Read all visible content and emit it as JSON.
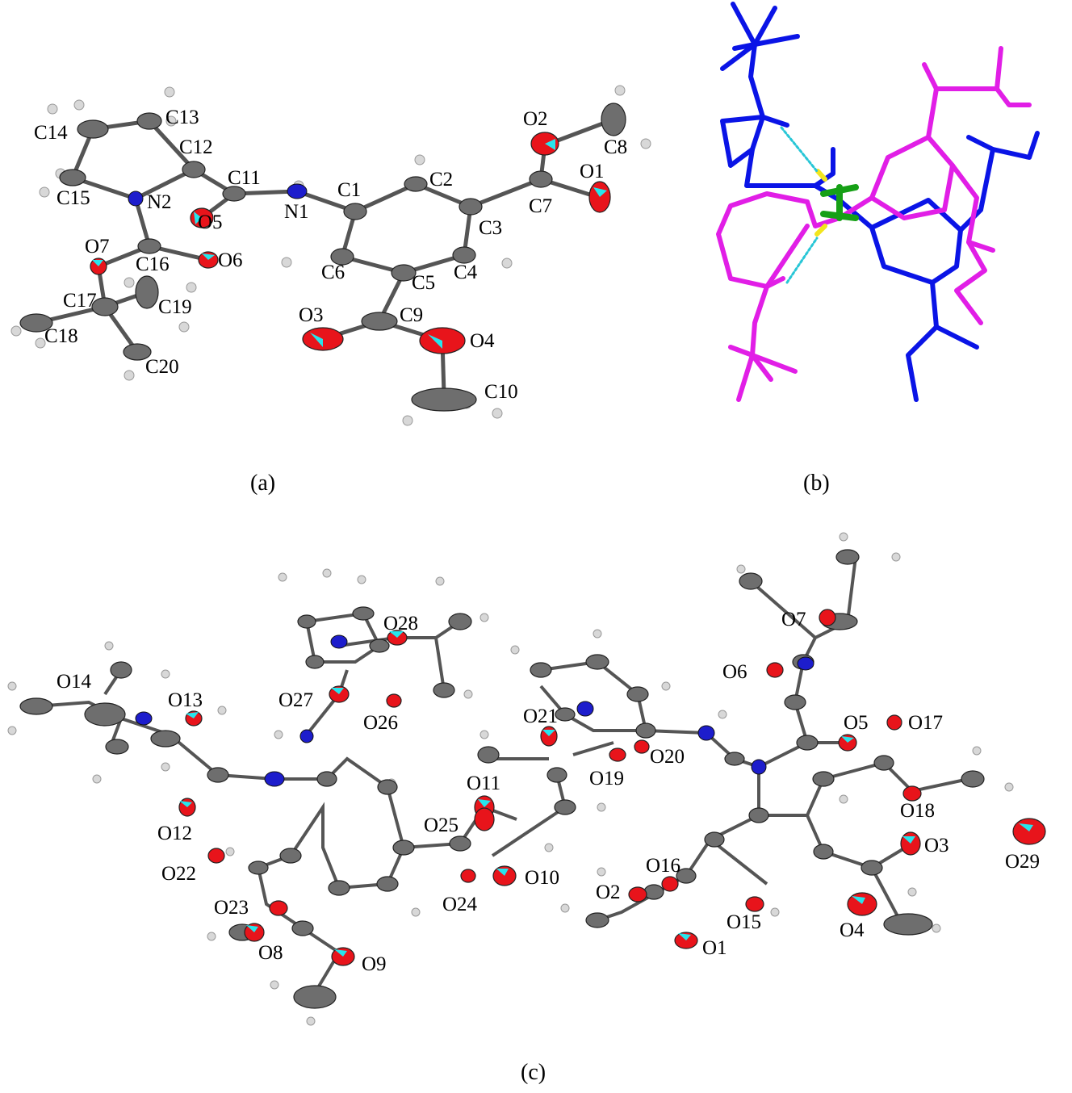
{
  "captions": {
    "a": "(a)",
    "b": "(b)",
    "c": "(c)"
  },
  "colors": {
    "carbon": "#6e6e6e",
    "oxygen": "#e8141b",
    "nitrogen": "#1d1dcc",
    "hydrogen": "#d8d8d8",
    "octant": "#27e5ec",
    "mol_b1": "#0a14e6",
    "mol_b2": "#e11ee6",
    "hbond": "#27c6d6",
    "center": "#16a016",
    "sulfur_h": "#f2e51d"
  },
  "panel_a": {
    "labels": [
      "C13",
      "C14",
      "C12",
      "C11",
      "N1",
      "C1",
      "C2",
      "O2",
      "C8",
      "O1",
      "C7",
      "C3",
      "C15",
      "N2",
      "O5",
      "O7",
      "C16",
      "O6",
      "C6",
      "C5",
      "C4",
      "C17",
      "C19",
      "C18",
      "O3",
      "C9",
      "O4",
      "C20",
      "C10"
    ]
  },
  "panel_c": {
    "labels": [
      "O28",
      "O7",
      "O14",
      "O13",
      "O27",
      "O26",
      "O6",
      "O21",
      "O5",
      "O17",
      "O20",
      "O19",
      "O11",
      "O12",
      "O25",
      "O18",
      "O3",
      "O29",
      "O22",
      "O16",
      "O10",
      "O24",
      "O2",
      "O23",
      "O15",
      "O4",
      "O8",
      "O1",
      "O9"
    ]
  }
}
